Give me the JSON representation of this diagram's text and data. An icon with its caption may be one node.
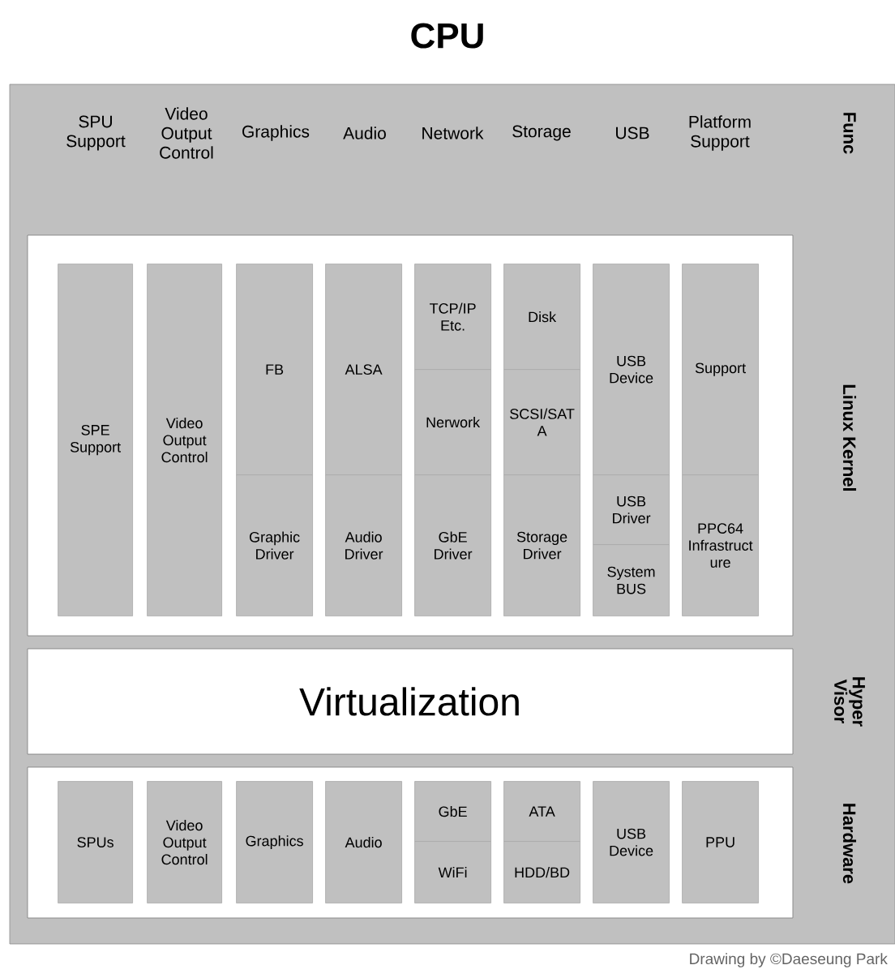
{
  "diagram": {
    "title": "CPU",
    "nodes": [
      {
        "text": [
          "Linux Kernel"
        ]
      },
      {
        "text": [
          "SPE Support"
        ],
        "in": 0
      },
      {
        "text": [
          "Video Output Control"
        ],
        "in": 0
      },
      {
        "text": [
          "FB"
        ],
        "in": 0
      },
      {
        "text": [
          "Graphic Driver"
        ],
        "in": 0
      },
      {
        "text": [
          "ALSA"
        ],
        "in": 0
      },
      {
        "text": [
          "Audio Driver"
        ],
        "in": 0
      },
      {
        "text": [
          "TCP/IP Etc."
        ],
        "in": 0
      },
      {
        "text": [
          "Nerwork"
        ],
        "in": 0
      },
      {
        "text": [
          "GbE Driver"
        ],
        "in": 0
      },
      {
        "text": [
          "Disk"
        ],
        "in": 0
      },
      {
        "text": [
          "SCSI/SAT A"
        ],
        "in": 0
      },
      {
        "text": [
          "Storage Driver"
        ],
        "in": 0
      },
      {
        "text": [
          "USB Device"
        ],
        "in": 0
      },
      {
        "text": [
          "USB Driver"
        ],
        "in": 0
      },
      {
        "text": [
          "System BUS"
        ],
        "in": 0
      },
      {
        "text": [
          "Support"
        ],
        "in": 0
      },
      {
        "text": [
          "PPC64 Infrastruct ure"
        ],
        "in": 0
      },
      {
        "text": [
          "Virtualization"
        ],
        "beside": [
          "Hyper Visor"
        ]
      },
      {
        "text": [
          "Hardware"
        ]
      },
      {
        "text": [
          "SPUs"
        ],
        "in": 19
      },
      {
        "text": [
          "Video Output Control"
        ],
        "in": 19
      },
      {
        "text": [
          "Graphics"
        ],
        "in": 19
      },
      {
        "text": [
          "Audio"
        ],
        "in": 19
      },
      {
        "text": [
          "GbE"
        ],
        "in": 19
      },
      {
        "text": [
          "WiFi"
        ],
        "in": 19
      },
      {
        "text": [
          "ATA"
        ],
        "in": 19
      },
      {
        "text": [
          "HDD/BD"
        ],
        "in": 19
      },
      {
        "text": [
          "USB Device"
        ],
        "in": 19
      },
      {
        "text": [
          "PPU"
        ],
        "in": 19
      }
    ],
    "labels": [
      "SPU Support",
      "Video Output Control",
      "Graphics",
      "Audio",
      "Network",
      "Storage",
      "USB",
      "Platform Support",
      "Func",
      "Drawing by ©Daeseung Park"
    ]
  }
}
